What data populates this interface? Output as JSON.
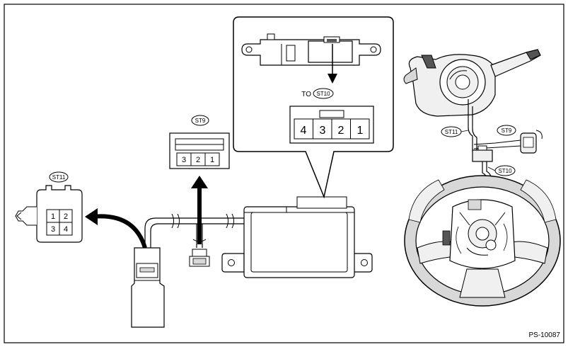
{
  "figure_id": "PS-10087",
  "connectors": {
    "st9": {
      "tag": "ST9",
      "pins": [
        "3",
        "2",
        "1"
      ]
    },
    "st10": {
      "tag": "ST10",
      "prefix": "TO",
      "pins": [
        "4",
        "3",
        "2",
        "1"
      ]
    },
    "st11": {
      "tag": "ST11",
      "pins": [
        "1",
        "2",
        "3",
        "4"
      ]
    }
  },
  "callouts": {
    "st11": "ST11",
    "st9": "ST9",
    "st10": "ST10"
  },
  "colors": {
    "line": "#000000",
    "background": "#ffffff",
    "panel": "#f0f0f0",
    "shade": "#d8d8d8",
    "dark_shade": "#555555"
  }
}
